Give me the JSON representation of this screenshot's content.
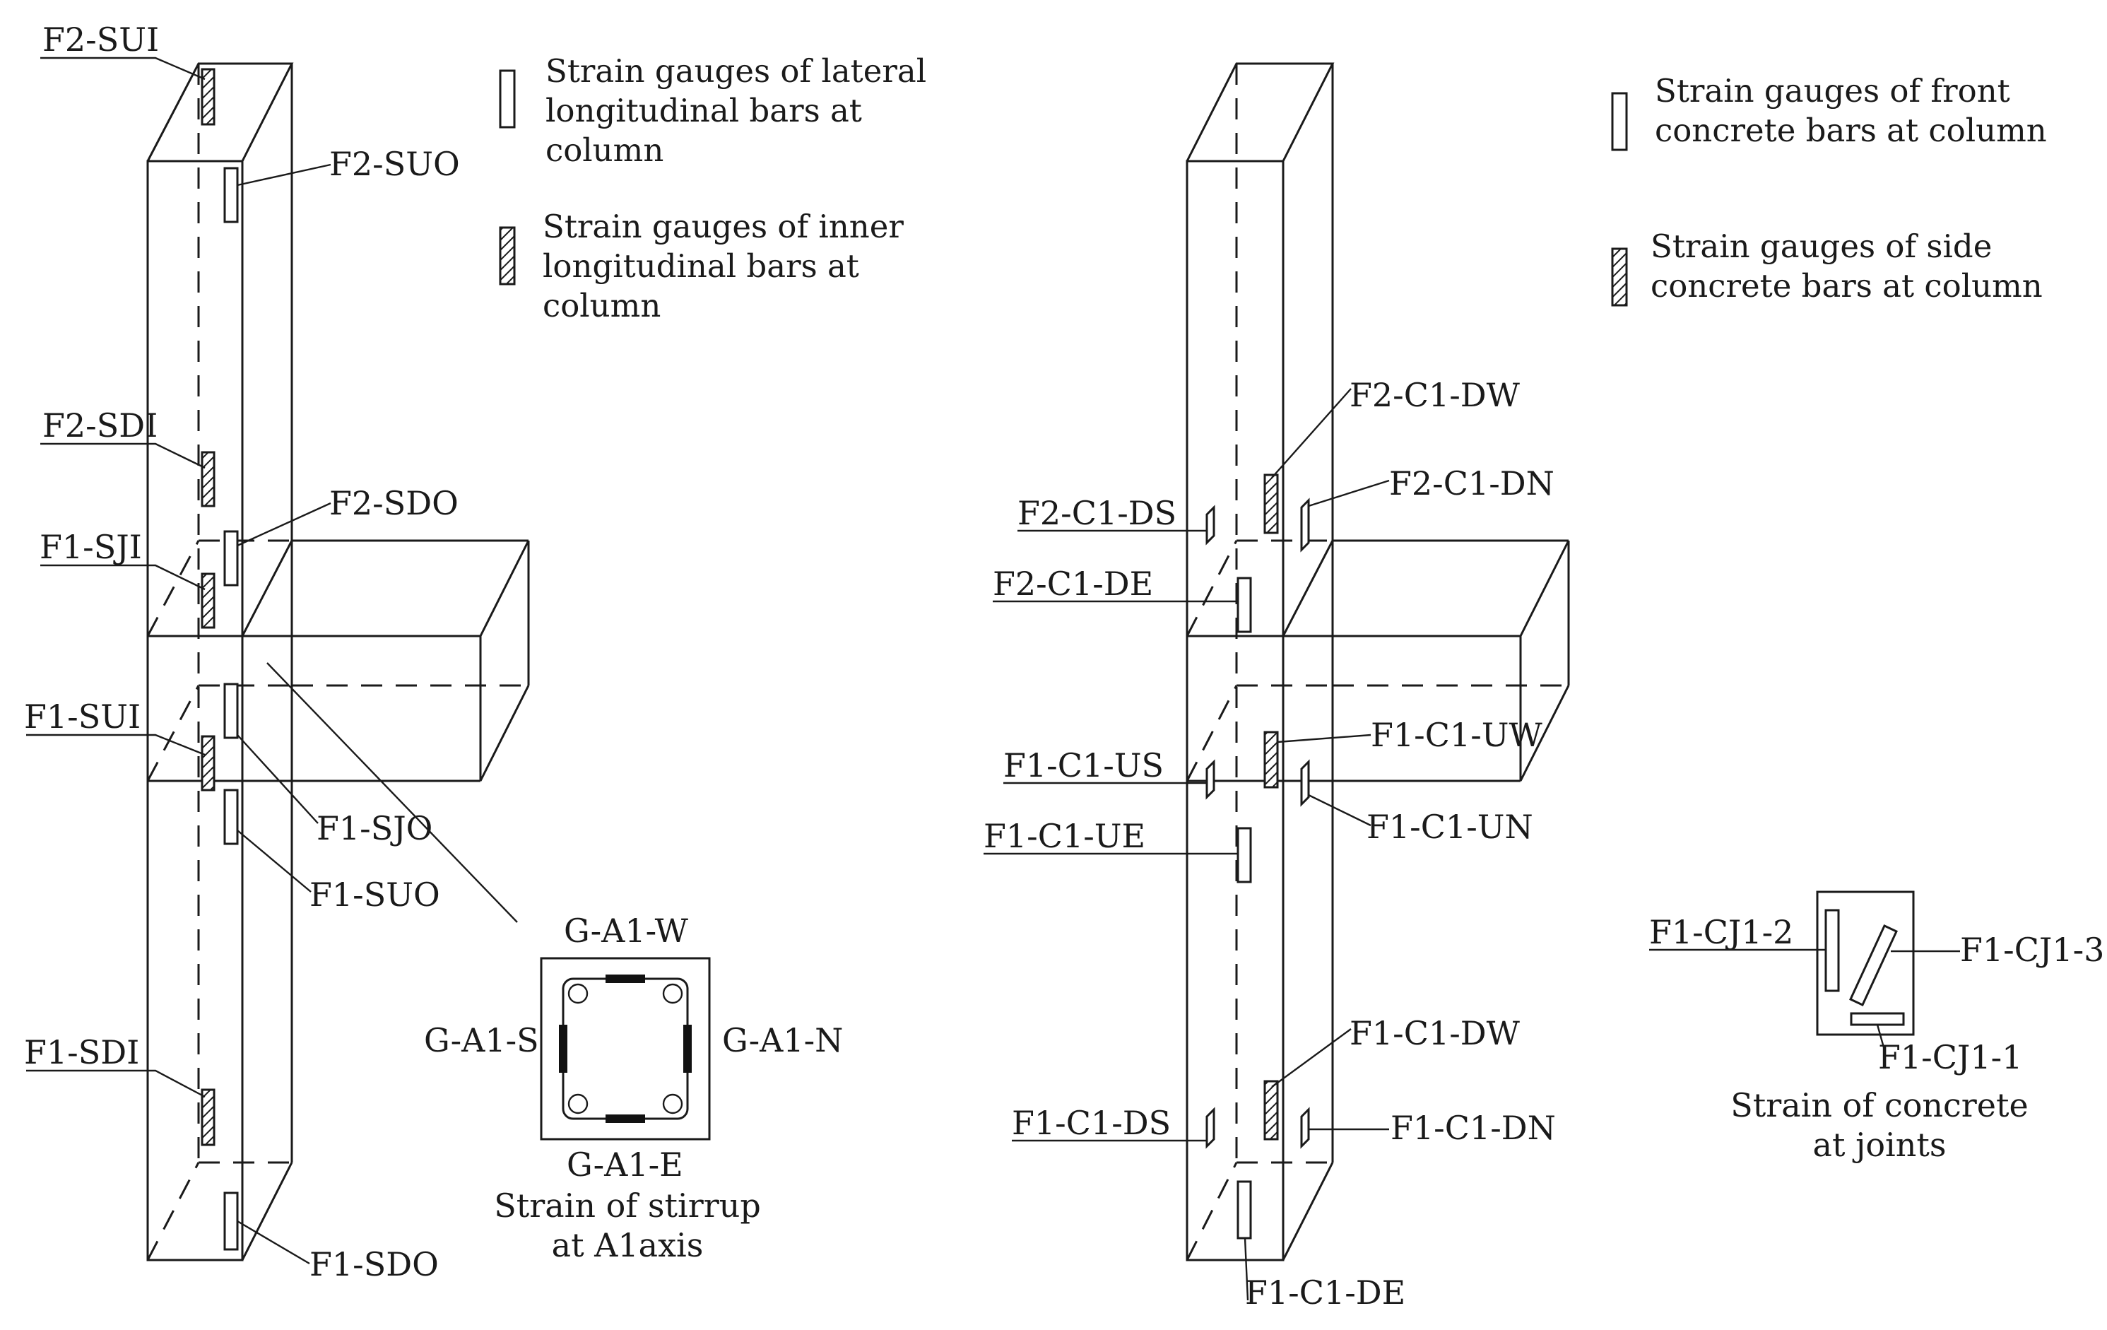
{
  "legend_left": {
    "plain": [
      "Strain gauges of lateral",
      "longitudinal bars at",
      "column"
    ],
    "hatched": [
      "Strain gauges of inner",
      "longitudinal bars at",
      "column"
    ]
  },
  "legend_right": {
    "plain": [
      "Strain gauges of front",
      "concrete bars at column"
    ],
    "hatched": [
      "Strain gauges of side",
      "concrete bars at column"
    ]
  },
  "left_labels": {
    "f2_sui": "F2-SUI",
    "f2_suo": "F2-SUO",
    "f2_sdi": "F2-SDI",
    "f2_sdo": "F2-SDO",
    "f1_sji": "F1-SJI",
    "f1_sui": "F1-SUI",
    "f1_sjo": "F1-SJO",
    "f1_suo": "F1-SUO",
    "f1_sdi": "F1-SDI",
    "f1_sdo": "F1-SDO"
  },
  "stirrup": {
    "w": "G-A1-W",
    "s": "G-A1-S",
    "n": "G-A1-N",
    "e": "G-A1-E",
    "caption": [
      "Strain of stirrup",
      "at A1axis"
    ]
  },
  "right_labels": {
    "f2_c1_dw": "F2-C1-DW",
    "f2_c1_dn": "F2-C1-DN",
    "f2_c1_ds": "F2-C1-DS",
    "f2_c1_de": "F2-C1-DE",
    "f1_c1_uw": "F1-C1-UW",
    "f1_c1_us": "F1-C1-US",
    "f1_c1_un": "F1-C1-UN",
    "f1_c1_ue": "F1-C1-UE",
    "f1_c1_dw": "F1-C1-DW",
    "f1_c1_ds": "F1-C1-DS",
    "f1_c1_dn": "F1-C1-DN",
    "f1_c1_de": "F1-C1-DE"
  },
  "joint": {
    "cj1_2": "F1-CJ1-2",
    "cj1_3": "F1-CJ1-3",
    "cj1_1": "F1-CJ1-1",
    "caption": [
      "Strain of concrete",
      "at joints"
    ]
  }
}
